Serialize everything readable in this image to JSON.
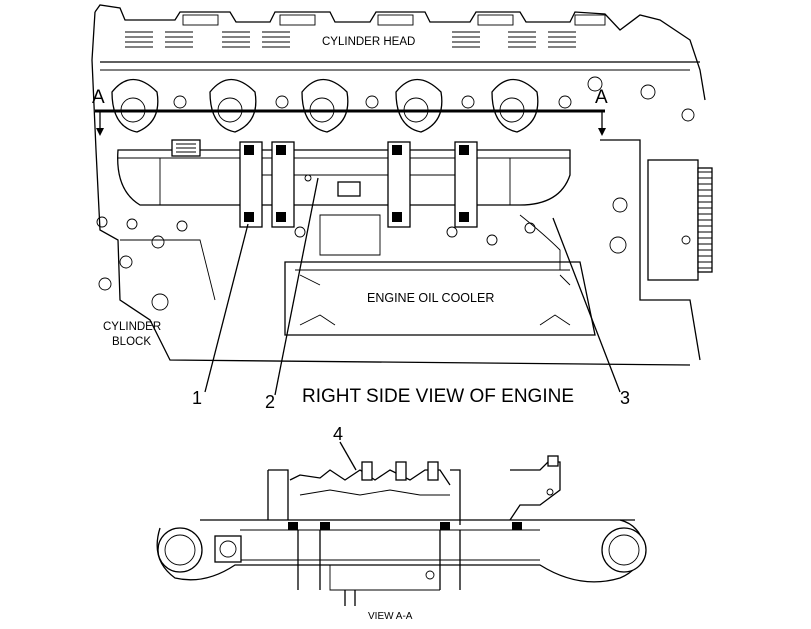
{
  "labels": {
    "cylinder_head": "CYLINDER HEAD",
    "cylinder_block_line1": "CYLINDER",
    "cylinder_block_line2": "BLOCK",
    "engine_oil_cooler": "ENGINE OIL COOLER",
    "section_marker_left": "A",
    "section_marker_right": "A",
    "main_view_title": "RIGHT SIDE VIEW OF ENGINE",
    "section_view_title": "VIEW A-A"
  },
  "callouts": [
    "1",
    "2",
    "3",
    "4"
  ]
}
